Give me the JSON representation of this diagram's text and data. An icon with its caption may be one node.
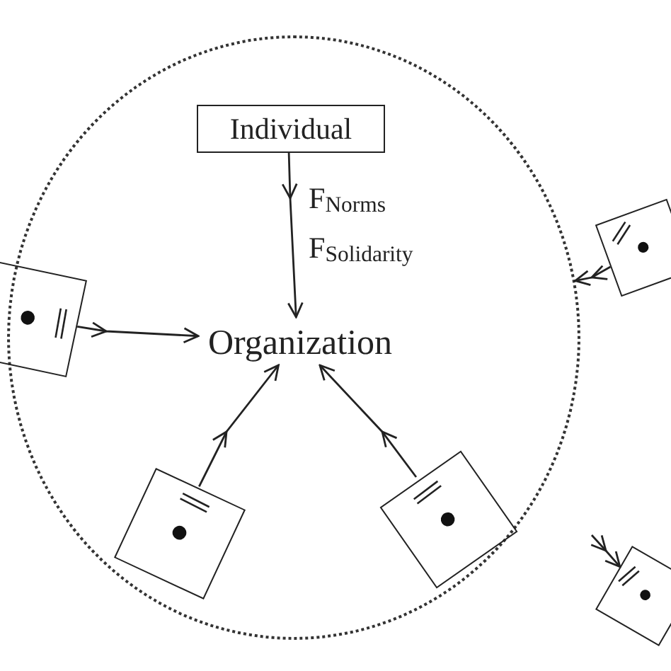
{
  "diagram": {
    "nodes": [
      {
        "text": [],
        "shape": "circle"
      },
      {
        "text": [
          "Individual"
        ],
        "in": 0
      },
      {
        "text": [
          "Organization"
        ],
        "in": 0
      },
      {
        "text": [],
        "shape": "box"
      },
      {
        "text": [],
        "shape": "box"
      },
      {
        "text": [],
        "shape": "box",
        "in": 0
      },
      {
        "text": [],
        "shape": "box",
        "in": 0
      },
      {
        "text": [],
        "shape": "box"
      }
    ],
    "edges": [
      {
        "from": 1,
        "to": 2,
        "arrow": "to",
        "label": "F$_{Norms}$"
      },
      {
        "from": 3,
        "to": 0,
        "arrow": "to"
      },
      {
        "from": 4,
        "to": 2,
        "arrow": "to"
      },
      {
        "from": 5,
        "to": 2,
        "arrow": "to"
      },
      {
        "from": 6,
        "to": 2,
        "arrow": "to"
      },
      {
        "from": null,
        "to": 7,
        "arrow": "to"
      }
    ],
    "labels": [
      "F$_{Solidarity}$"
    ]
  }
}
